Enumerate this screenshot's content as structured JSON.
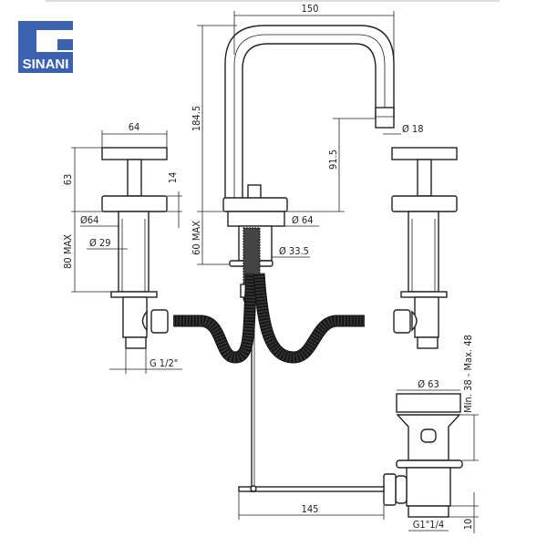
{
  "brand": {
    "name": "SINANI",
    "color": "#3a62b0"
  },
  "dimensions": {
    "spout_width": "150",
    "spout_height": "184.5",
    "spout_outlet_height": "91.5",
    "aerator_diameter": "Ø 18",
    "handle_width": "64",
    "handle_height": "63",
    "handle_plate_thickness": "14",
    "handle_plate_diameter": "Ø64",
    "handle_shank_diameter": "Ø 29",
    "handle_shank_length": "80 MAX",
    "inlet_thread": "G 1/2\"",
    "spout_plate_diameter": "Ø 64",
    "spout_shank_length": "60 MAX",
    "spout_shank_diameter": "Ø 33.5",
    "drain_cap_diameter": "Ø 63",
    "drain_depth_range": "Min. 38 - Max. 48",
    "pull_rod_length": "145",
    "drain_thread": "G1\"1/4",
    "drain_thread_length": "10"
  }
}
